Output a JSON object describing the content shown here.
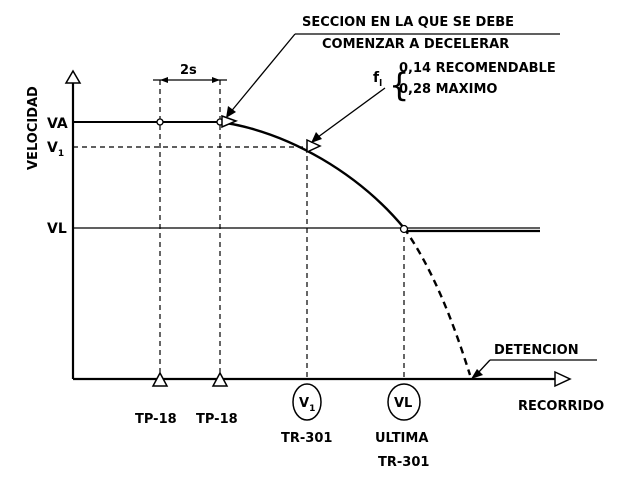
{
  "axes": {
    "y_label": "VELOCIDAD",
    "x_label": "RECORRIDO"
  },
  "y_levels": {
    "va": "VA",
    "v1": "V",
    "v1_sub": "1",
    "vl": "VL"
  },
  "interval_label": "2s",
  "callouts": {
    "decel_line1": "SECCION EN LA QUE SE DEBE",
    "decel_line2": "COMENZAR A DECELERAR",
    "friction_symbol": "f",
    "friction_sub": "l",
    "friction_brace": "{",
    "friction_recommended": "0,14 RECOMENDABLE",
    "friction_max": "0,28 MAXIMO",
    "stop": "DETENCION"
  },
  "signals": {
    "tp18_first": "TP-18",
    "tp18_second": "TP-18",
    "v1_symbol": "V",
    "v1_symbol_sub": "1",
    "tr301": "TR-301",
    "vl_symbol": "VL",
    "ultima": "ULTIMA",
    "ultima_tr301": "TR-301"
  }
}
